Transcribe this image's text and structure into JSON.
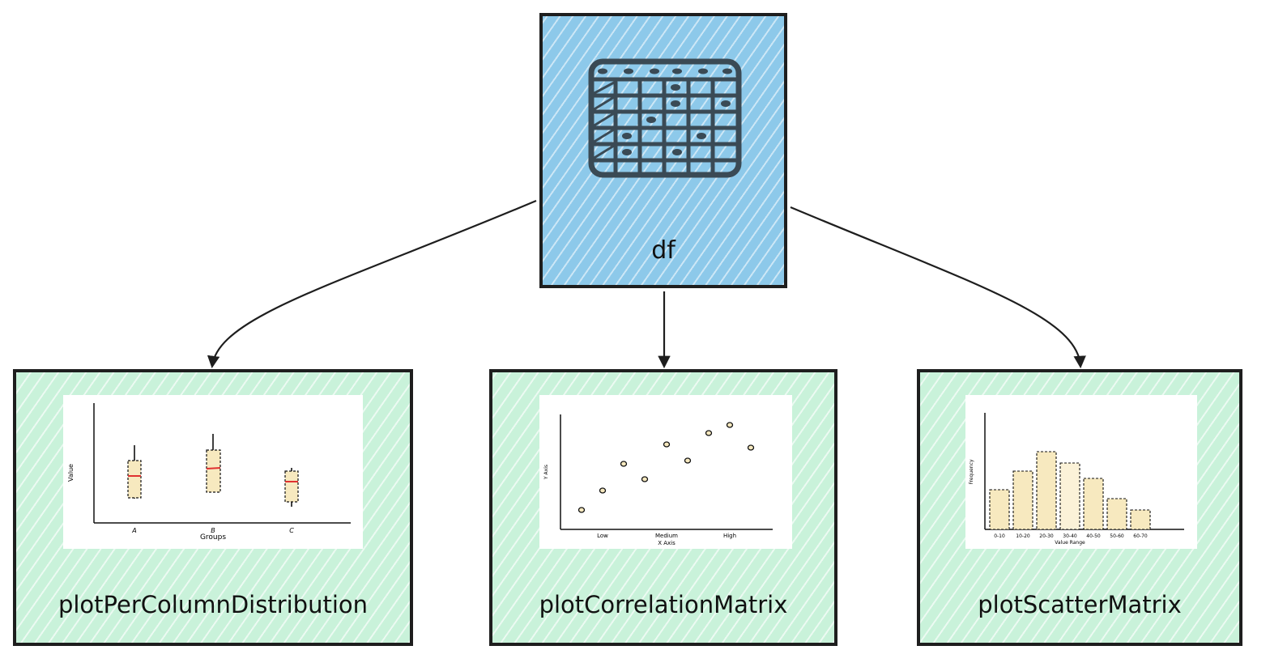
{
  "root": {
    "label": "df",
    "icon": "table-icon"
  },
  "children": [
    {
      "label": "plotPerColumnDistribution",
      "thumbnail": {
        "type": "box",
        "xlabel": "Groups",
        "ylabel": "Value",
        "categories": [
          "A",
          "B",
          "C"
        ]
      }
    },
    {
      "label": "plotCorrelationMatrix",
      "thumbnail": {
        "type": "scatter",
        "xlabel": "X Axis",
        "ylabel": "Y Axis",
        "ticks": [
          "Low",
          "Medium",
          "High"
        ]
      }
    },
    {
      "label": "plotScatterMatrix",
      "thumbnail": {
        "type": "bar",
        "xlabel": "Value Range",
        "ylabel": "Frequency",
        "categories": [
          "0-10",
          "10-20",
          "20-30",
          "30-40",
          "40-50",
          "50-60",
          "60-70"
        ]
      }
    }
  ],
  "colors": {
    "root_fill": "#8dc9ea",
    "child_fill": "#c9f2da",
    "stroke": "#1e1e1e",
    "box_fill": "#f7e9bf",
    "median": "#e03131"
  }
}
